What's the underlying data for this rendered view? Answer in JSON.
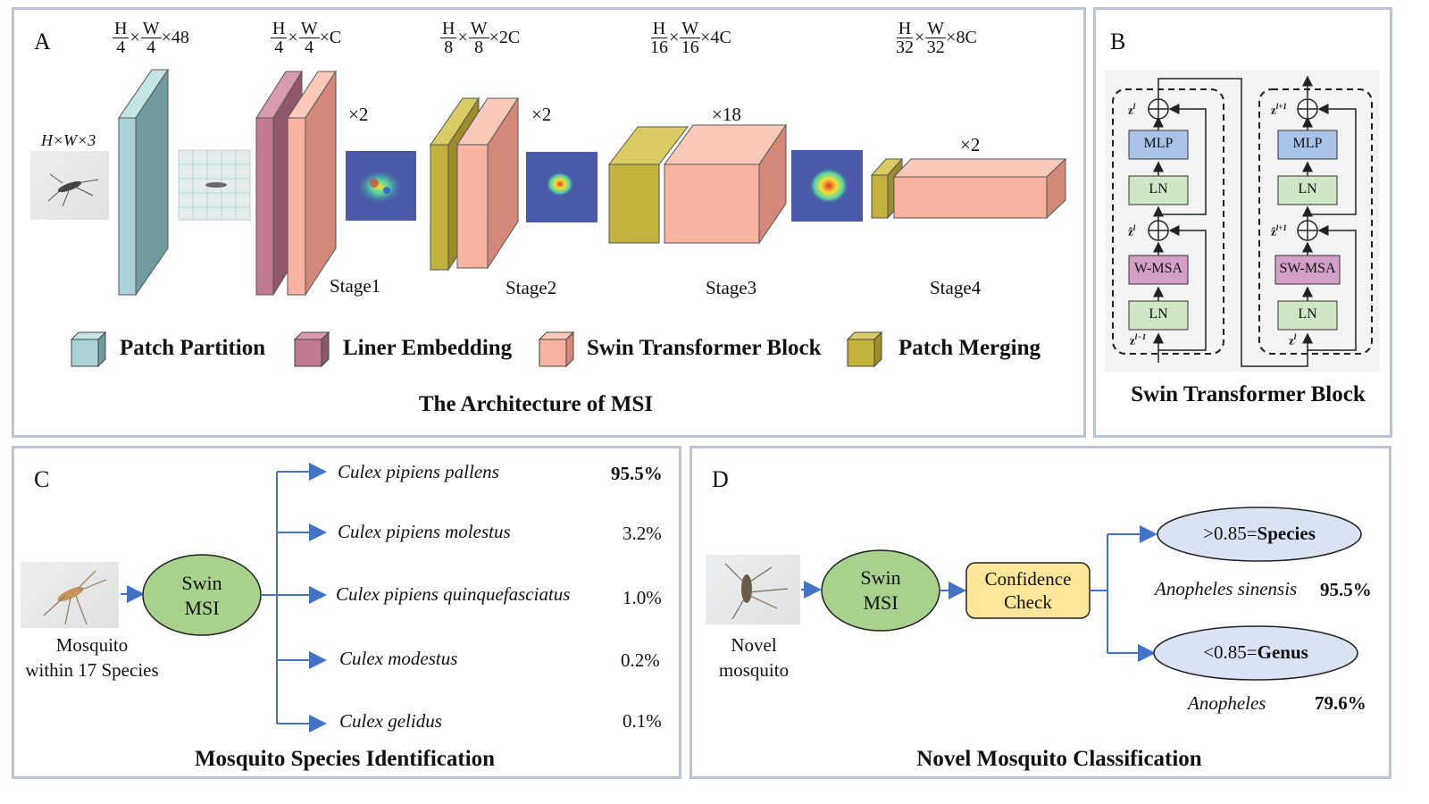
{
  "panelA": {
    "letter": "A",
    "input_dim": "H×W×3",
    "dims": [
      {
        "a_num": "H",
        "a_den": "4",
        "b_num": "W",
        "b_den": "4",
        "tail": "×48"
      },
      {
        "a_num": "H",
        "a_den": "4",
        "b_num": "W",
        "b_den": "4",
        "tail": "×C"
      },
      {
        "a_num": "H",
        "a_den": "8",
        "b_num": "W",
        "b_den": "8",
        "tail": "×2C"
      },
      {
        "a_num": "H",
        "a_den": "16",
        "b_num": "W",
        "b_den": "16",
        "tail": "×4C"
      },
      {
        "a_num": "H",
        "a_den": "32",
        "b_num": "W",
        "b_den": "32",
        "tail": "×8C"
      }
    ],
    "multipliers": [
      "×2",
      "×2",
      "×18",
      "×2"
    ],
    "stages": [
      "Stage1",
      "Stage2",
      "Stage3",
      "Stage4"
    ],
    "legend": [
      "Patch Partition",
      "Liner Embedding",
      "Swin Transformer Block",
      "Patch Merging"
    ],
    "caption": "The Architecture of MSI",
    "colors": {
      "patch_partition": "#a9d3d6",
      "linear_embedding": "#c07b92",
      "swin_block": "#f9b39f",
      "patch_merging": "#c4b23f"
    }
  },
  "panelB": {
    "letter": "B",
    "caption": "Swin Transformer Block",
    "left_block": {
      "mlp": "MLP",
      "ln_top": "LN",
      "msa": "W-MSA",
      "ln_bottom": "LN",
      "z_out": "z",
      "z_out_sup": "l",
      "z_mid": "ẑ",
      "z_mid_sup": "l",
      "z_in": "z",
      "z_in_sup": "l−1"
    },
    "right_block": {
      "mlp": "MLP",
      "ln_top": "LN",
      "msa": "SW-MSA",
      "ln_bottom": "LN",
      "z_out": "z",
      "z_out_sup": "l+1",
      "z_mid": "ẑ",
      "z_mid_sup": "l+1",
      "z_in": "z",
      "z_in_sup": "l"
    }
  },
  "panelC": {
    "letter": "C",
    "input_label_1": "Mosquito",
    "input_label_2": "within 17 Species",
    "model_line1": "Swin",
    "model_line2": "MSI",
    "results": [
      {
        "species": "Culex pipiens pallens",
        "pct": "95.5%",
        "bold": true
      },
      {
        "species": "Culex pipiens molestus",
        "pct": "3.2%",
        "bold": false
      },
      {
        "species": "Culex pipiens quinquefasciatus",
        "pct": "1.0%",
        "bold": false
      },
      {
        "species": "Culex modestus",
        "pct": "0.2%",
        "bold": false
      },
      {
        "species": "Culex gelidus",
        "pct": "0.1%",
        "bold": false
      }
    ],
    "caption": "Mosquito Species Identification"
  },
  "panelD": {
    "letter": "D",
    "input_label_1": "Novel",
    "input_label_2": "mosquito",
    "model_line1": "Swin",
    "model_line2": "MSI",
    "check_line1": "Confidence",
    "check_line2": "Check",
    "upper_prefix": ">0.85=",
    "upper_bold": "Species",
    "lower_prefix": "<0.85=",
    "lower_bold": "Genus",
    "upper_result_name": "Anopheles sinensis",
    "upper_result_pct": "95.5%",
    "lower_result_name": "Anopheles",
    "lower_result_pct": "79.6%",
    "caption": "Novel Mosquito Classification"
  }
}
